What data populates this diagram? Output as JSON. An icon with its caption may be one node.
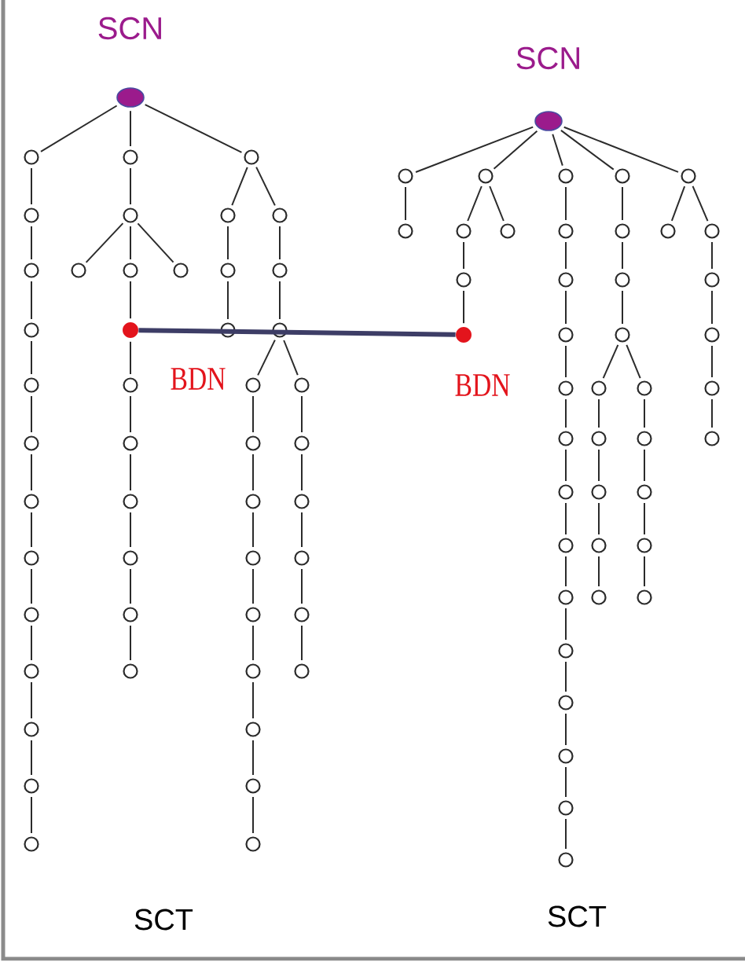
{
  "diagram": {
    "nodes": [
      {
        "text": [],
        "shape": "ellipse",
        "beside": [
          "SCN"
        ]
      },
      {
        "text": [],
        "shape": "circle"
      },
      {
        "text": [],
        "shape": "circle"
      },
      {
        "text": [],
        "shape": "circle"
      },
      {
        "text": [],
        "shape": "circle"
      },
      {
        "text": [],
        "shape": "circle"
      },
      {
        "text": [],
        "shape": "circle"
      },
      {
        "text": [],
        "shape": "circle"
      },
      {
        "text": [],
        "shape": "circle"
      },
      {
        "text": [],
        "shape": "circle"
      },
      {
        "text": [],
        "shape": "circle"
      },
      {
        "text": [],
        "shape": "circle"
      },
      {
        "text": [],
        "shape": "circle"
      },
      {
        "text": [],
        "shape": "circle"
      },
      {
        "text": [],
        "shape": "circle"
      },
      {
        "text": [],
        "shape": "circle"
      },
      {
        "text": [],
        "shape": "circle"
      },
      {
        "text": [],
        "shape": "circle"
      },
      {
        "text": [],
        "shape": "circle"
      },
      {
        "text": [],
        "shape": "dot"
      },
      {
        "text": [],
        "shape": "circle"
      },
      {
        "text": [],
        "shape": "circle"
      },
      {
        "text": [],
        "shape": "circle"
      },
      {
        "text": [],
        "shape": "circle"
      },
      {
        "text": [],
        "shape": "circle"
      },
      {
        "text": [],
        "shape": "circle"
      },
      {
        "text": [],
        "shape": "circle"
      },
      {
        "text": [],
        "shape": "circle"
      },
      {
        "text": [],
        "shape": "circle"
      },
      {
        "text": [],
        "shape": "circle"
      },
      {
        "text": [],
        "shape": "circle"
      },
      {
        "text": [],
        "shape": "circle"
      },
      {
        "text": [],
        "shape": "circle"
      },
      {
        "text": [],
        "shape": "circle"
      },
      {
        "text": [],
        "shape": "circle"
      },
      {
        "text": [],
        "shape": "circle"
      },
      {
        "text": [],
        "shape": "circle"
      },
      {
        "text": [],
        "shape": "circle"
      },
      {
        "text": [],
        "shape": "circle"
      },
      {
        "text": [],
        "shape": "circle"
      },
      {
        "text": [],
        "shape": "circle"
      },
      {
        "text": [],
        "shape": "circle"
      },
      {
        "text": [],
        "shape": "circle"
      },
      {
        "text": [],
        "shape": "circle"
      },
      {
        "text": [],
        "shape": "circle"
      },
      {
        "text": [],
        "shape": "circle"
      },
      {
        "text": [],
        "shape": "circle"
      },
      {
        "text": [],
        "shape": "circle"
      },
      {
        "text": [],
        "shape": "ellipse",
        "beside": [
          "SCN"
        ]
      },
      {
        "text": [],
        "shape": "circle"
      },
      {
        "text": [],
        "shape": "circle"
      },
      {
        "text": [],
        "shape": "circle"
      },
      {
        "text": [],
        "shape": "circle"
      },
      {
        "text": [],
        "shape": "circle"
      },
      {
        "text": [],
        "shape": "circle"
      },
      {
        "text": [],
        "shape": "dot"
      },
      {
        "text": [],
        "shape": "circle"
      },
      {
        "text": [],
        "shape": "circle"
      },
      {
        "text": [],
        "shape": "circle"
      },
      {
        "text": [],
        "shape": "circle"
      },
      {
        "text": [],
        "shape": "circle"
      },
      {
        "text": [],
        "shape": "circle"
      },
      {
        "text": [],
        "shape": "circle"
      },
      {
        "text": [],
        "shape": "circle"
      },
      {
        "text": [],
        "shape": "circle"
      },
      {
        "text": [],
        "shape": "circle"
      },
      {
        "text": [],
        "shape": "circle"
      },
      {
        "text": [],
        "shape": "circle"
      },
      {
        "text": [],
        "shape": "circle"
      },
      {
        "text": [],
        "shape": "circle"
      },
      {
        "text": [],
        "shape": "circle"
      },
      {
        "text": [],
        "shape": "circle"
      },
      {
        "text": [],
        "shape": "circle"
      },
      {
        "text": [],
        "shape": "circle"
      },
      {
        "text": [],
        "shape": "circle"
      },
      {
        "text": [],
        "shape": "circle"
      },
      {
        "text": [],
        "shape": "circle"
      },
      {
        "text": [],
        "shape": "circle"
      },
      {
        "text": [],
        "shape": "circle"
      },
      {
        "text": [],
        "shape": "circle"
      },
      {
        "text": [],
        "shape": "circle"
      },
      {
        "text": [],
        "shape": "circle"
      },
      {
        "text": [],
        "shape": "circle"
      },
      {
        "text": [],
        "shape": "circle"
      },
      {
        "text": [],
        "shape": "circle"
      },
      {
        "text": [],
        "shape": "circle"
      },
      {
        "text": [],
        "shape": "circle"
      },
      {
        "text": [],
        "shape": "circle"
      },
      {
        "text": [],
        "shape": "circle"
      },
      {
        "text": [],
        "shape": "circle"
      },
      {
        "text": [],
        "shape": "circle"
      }
    ],
    "edges": [
      {
        "from": 0,
        "to": 1,
        "arrow": "none"
      },
      {
        "from": 0,
        "to": 14,
        "arrow": "none"
      },
      {
        "from": 0,
        "to": 26,
        "arrow": "none"
      },
      {
        "from": 1,
        "to": 2,
        "arrow": "none"
      },
      {
        "from": 2,
        "to": 3,
        "arrow": "none"
      },
      {
        "from": 3,
        "to": 4,
        "arrow": "none"
      },
      {
        "from": 4,
        "to": 5,
        "arrow": "none"
      },
      {
        "from": 5,
        "to": 6,
        "arrow": "none"
      },
      {
        "from": 6,
        "to": 7,
        "arrow": "none"
      },
      {
        "from": 7,
        "to": 8,
        "arrow": "none"
      },
      {
        "from": 8,
        "to": 9,
        "arrow": "none"
      },
      {
        "from": 9,
        "to": 10,
        "arrow": "none"
      },
      {
        "from": 10,
        "to": 11,
        "arrow": "none"
      },
      {
        "from": 11,
        "to": 12,
        "arrow": "none"
      },
      {
        "from": 12,
        "to": 13,
        "arrow": "none"
      },
      {
        "from": 14,
        "to": 15,
        "arrow": "none"
      },
      {
        "from": 15,
        "to": 16,
        "arrow": "none"
      },
      {
        "from": 15,
        "to": 17,
        "arrow": "none"
      },
      {
        "from": 15,
        "to": 18,
        "arrow": "none"
      },
      {
        "from": 17,
        "to": 19,
        "arrow": "none"
      },
      {
        "from": 19,
        "to": 20,
        "arrow": "none"
      },
      {
        "from": 20,
        "to": 21,
        "arrow": "none"
      },
      {
        "from": 21,
        "to": 22,
        "arrow": "none"
      },
      {
        "from": 22,
        "to": 23,
        "arrow": "none"
      },
      {
        "from": 23,
        "to": 24,
        "arrow": "none"
      },
      {
        "from": 24,
        "to": 25,
        "arrow": "none"
      },
      {
        "from": 26,
        "to": 27,
        "arrow": "none"
      },
      {
        "from": 26,
        "to": 28,
        "arrow": "none"
      },
      {
        "from": 27,
        "to": 29,
        "arrow": "none"
      },
      {
        "from": 29,
        "to": 30,
        "arrow": "none"
      },
      {
        "from": 28,
        "to": 31,
        "arrow": "none"
      },
      {
        "from": 31,
        "to": 32,
        "arrow": "none"
      },
      {
        "from": 32,
        "to": 33,
        "arrow": "none"
      },
      {
        "from": 32,
        "to": 34,
        "arrow": "none"
      },
      {
        "from": 33,
        "to": 35,
        "arrow": "none"
      },
      {
        "from": 35,
        "to": 36,
        "arrow": "none"
      },
      {
        "from": 36,
        "to": 37,
        "arrow": "none"
      },
      {
        "from": 37,
        "to": 38,
        "arrow": "none"
      },
      {
        "from": 38,
        "to": 39,
        "arrow": "none"
      },
      {
        "from": 39,
        "to": 40,
        "arrow": "none"
      },
      {
        "from": 40,
        "to": 41,
        "arrow": "none"
      },
      {
        "from": 41,
        "to": 42,
        "arrow": "none"
      },
      {
        "from": 34,
        "to": 43,
        "arrow": "none"
      },
      {
        "from": 43,
        "to": 44,
        "arrow": "none"
      },
      {
        "from": 44,
        "to": 45,
        "arrow": "none"
      },
      {
        "from": 45,
        "to": 46,
        "arrow": "none"
      },
      {
        "from": 46,
        "to": 47,
        "arrow": "none"
      },
      {
        "from": 48,
        "to": 49,
        "arrow": "none"
      },
      {
        "from": 48,
        "to": 51,
        "arrow": "none"
      },
      {
        "from": 48,
        "to": 56,
        "arrow": "none"
      },
      {
        "from": 48,
        "to": 70,
        "arrow": "none"
      },
      {
        "from": 48,
        "to": 84,
        "arrow": "none"
      },
      {
        "from": 49,
        "to": 50,
        "arrow": "none"
      },
      {
        "from": 51,
        "to": 52,
        "arrow": "none"
      },
      {
        "from": 51,
        "to": 53,
        "arrow": "none"
      },
      {
        "from": 52,
        "to": 54,
        "arrow": "none"
      },
      {
        "from": 54,
        "to": 55,
        "arrow": "none"
      },
      {
        "from": 56,
        "to": 57,
        "arrow": "none"
      },
      {
        "from": 57,
        "to": 58,
        "arrow": "none"
      },
      {
        "from": 58,
        "to": 59,
        "arrow": "none"
      },
      {
        "from": 59,
        "to": 60,
        "arrow": "none"
      },
      {
        "from": 60,
        "to": 61,
        "arrow": "none"
      },
      {
        "from": 61,
        "to": 62,
        "arrow": "none"
      },
      {
        "from": 62,
        "to": 63,
        "arrow": "none"
      },
      {
        "from": 63,
        "to": 64,
        "arrow": "none"
      },
      {
        "from": 64,
        "to": 65,
        "arrow": "none"
      },
      {
        "from": 65,
        "to": 66,
        "arrow": "none"
      },
      {
        "from": 66,
        "to": 67,
        "arrow": "none"
      },
      {
        "from": 67,
        "to": 68,
        "arrow": "none"
      },
      {
        "from": 68,
        "to": 69,
        "arrow": "none"
      },
      {
        "from": 70,
        "to": 71,
        "arrow": "none"
      },
      {
        "from": 71,
        "to": 72,
        "arrow": "none"
      },
      {
        "from": 72,
        "to": 73,
        "arrow": "none"
      },
      {
        "from": 73,
        "to": 74,
        "arrow": "none"
      },
      {
        "from": 73,
        "to": 75,
        "arrow": "none"
      },
      {
        "from": 74,
        "to": 76,
        "arrow": "none"
      },
      {
        "from": 76,
        "to": 77,
        "arrow": "none"
      },
      {
        "from": 77,
        "to": 78,
        "arrow": "none"
      },
      {
        "from": 78,
        "to": 79,
        "arrow": "none"
      },
      {
        "from": 75,
        "to": 80,
        "arrow": "none"
      },
      {
        "from": 80,
        "to": 81,
        "arrow": "none"
      },
      {
        "from": 81,
        "to": 82,
        "arrow": "none"
      },
      {
        "from": 82,
        "to": 83,
        "arrow": "none"
      },
      {
        "from": 84,
        "to": 85,
        "arrow": "none"
      },
      {
        "from": 84,
        "to": 86,
        "arrow": "none"
      },
      {
        "from": 86,
        "to": 87,
        "arrow": "none"
      },
      {
        "from": 87,
        "to": 88,
        "arrow": "none"
      },
      {
        "from": 88,
        "to": 89,
        "arrow": "none"
      },
      {
        "from": 89,
        "to": 90,
        "arrow": "none"
      },
      {
        "from": 19,
        "to": 55,
        "arrow": "none",
        "style": "thick",
        "color": "#3d3d66"
      }
    ],
    "labels": [
      "BDN",
      "BDN",
      "SCT",
      "SCT"
    ]
  }
}
